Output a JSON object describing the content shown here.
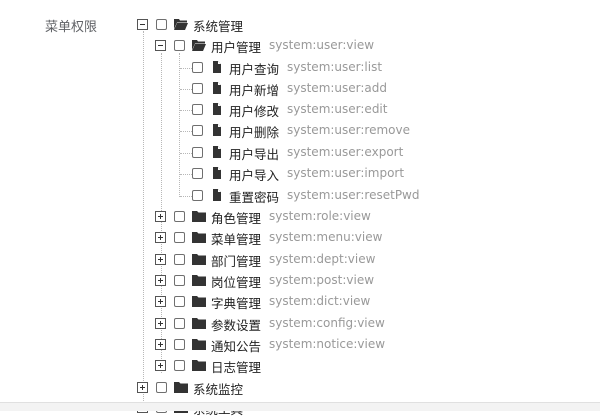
{
  "form": {
    "label": "菜单权限"
  },
  "tree": {
    "root": {
      "name": "系统管理",
      "perm": ""
    },
    "user": {
      "name": "用户管理",
      "perm": "system:user:view"
    },
    "user_children": [
      {
        "name": "用户查询",
        "perm": "system:user:list"
      },
      {
        "name": "用户新增",
        "perm": "system:user:add"
      },
      {
        "name": "用户修改",
        "perm": "system:user:edit"
      },
      {
        "name": "用户删除",
        "perm": "system:user:remove"
      },
      {
        "name": "用户导出",
        "perm": "system:user:export"
      },
      {
        "name": "用户导入",
        "perm": "system:user:import"
      },
      {
        "name": "重置密码",
        "perm": "system:user:resetPwd"
      }
    ],
    "siblings": [
      {
        "name": "角色管理",
        "perm": "system:role:view"
      },
      {
        "name": "菜单管理",
        "perm": "system:menu:view"
      },
      {
        "name": "部门管理",
        "perm": "system:dept:view"
      },
      {
        "name": "岗位管理",
        "perm": "system:post:view"
      },
      {
        "name": "字典管理",
        "perm": "system:dict:view"
      },
      {
        "name": "参数设置",
        "perm": "system:config:view"
      },
      {
        "name": "通知公告",
        "perm": "system:notice:view"
      },
      {
        "name": "日志管理",
        "perm": ""
      }
    ],
    "monitor": {
      "name": "系统监控",
      "perm": ""
    },
    "tools": {
      "name": "系统工具",
      "perm": ""
    }
  }
}
